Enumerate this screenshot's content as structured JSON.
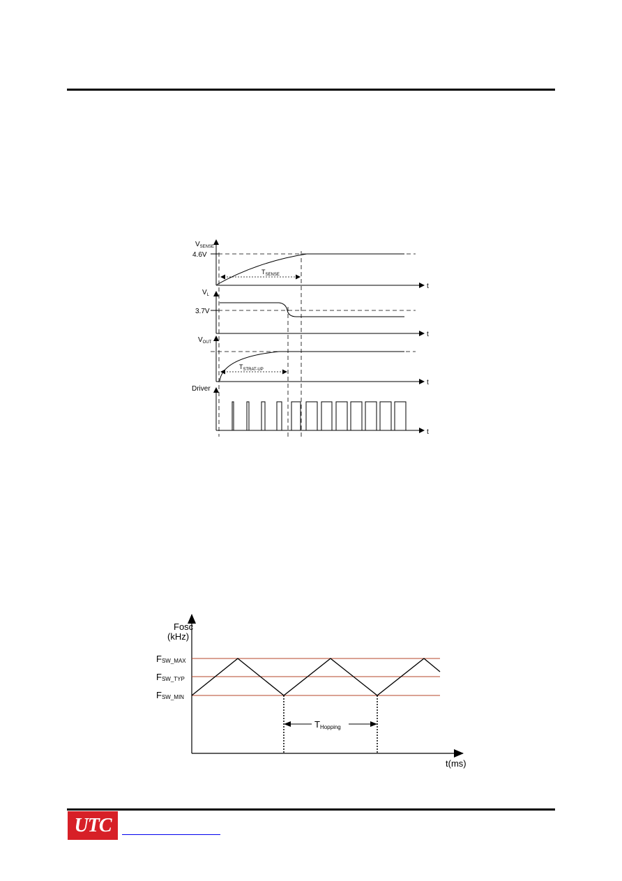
{
  "diagram1": {
    "vsense_label": "V",
    "vsense_sub": "SENSE",
    "vsense_level": "4.6V",
    "tsense_label": "T",
    "tsense_sub": "SENSE",
    "vl_label": "V",
    "vl_sub": "L",
    "vl_level": "3.7V",
    "vout_label": "V",
    "vout_sub": "OUT",
    "tstart_label": "T",
    "tstart_sub": "STRAT-UP",
    "driver_label": "Driver",
    "t_axis_label": "t"
  },
  "diagram2": {
    "y_label_line1": "Fosc",
    "y_label_line2": "(kHz)",
    "fsw_max": "F",
    "fsw_max_sub": "SW_MAX",
    "fsw_typ": "F",
    "fsw_typ_sub": "SW_TYP",
    "fsw_min": "F",
    "fsw_min_sub": "SW_MIN",
    "thopping": "T",
    "thopping_sub": "Hopping",
    "x_label": "t(ms)",
    "level_color": "#b5442a"
  },
  "footer": {
    "logo": "UTC",
    "logo_bg": "#d72027"
  }
}
